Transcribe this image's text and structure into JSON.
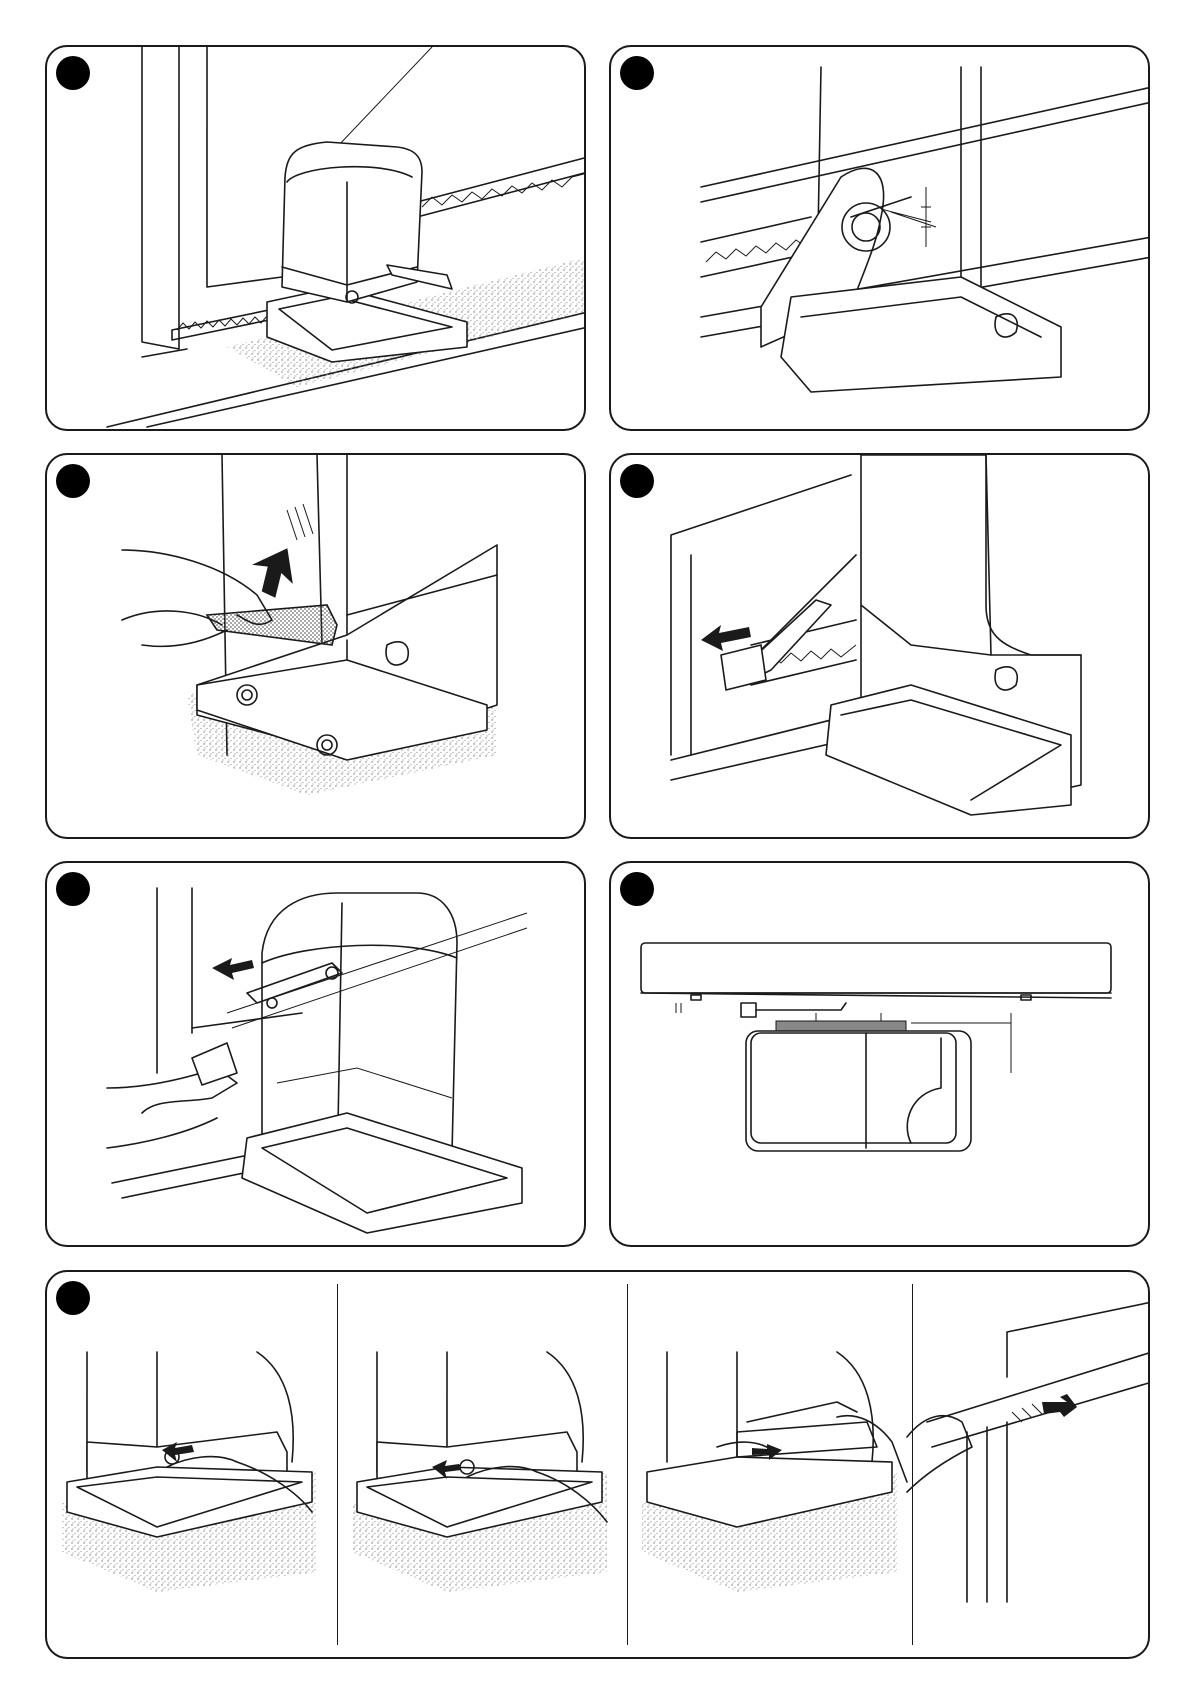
{
  "sheet": {
    "title": "",
    "colors": {
      "ink": "#1a1a1a",
      "paper": "#ffffff",
      "marker": "#000000",
      "gravel": "#999999"
    }
  },
  "panels": [
    {
      "id": "p1",
      "content": "gearmotor-on-rack-overview",
      "marker_icon": "black-circle-marker"
    },
    {
      "id": "p2",
      "content": "pinion-rack-clearance-detail",
      "marker_icon": "black-circle-marker"
    },
    {
      "id": "p3",
      "content": "press-down-release-lever",
      "marker_icon": "black-circle-marker"
    },
    {
      "id": "p4",
      "content": "limit-switch-bracket-push",
      "marker_icon": "black-circle-marker"
    },
    {
      "id": "p5",
      "content": "transparent-cover-bracket-fit",
      "marker_icon": "black-circle-marker"
    },
    {
      "id": "p6",
      "content": "top-view-rack-and-motor",
      "marker_icon": "black-circle-marker"
    },
    {
      "id": "p7",
      "content": "manual-release-sequence",
      "marker_icon": "black-circle-marker",
      "steps": 4
    }
  ]
}
